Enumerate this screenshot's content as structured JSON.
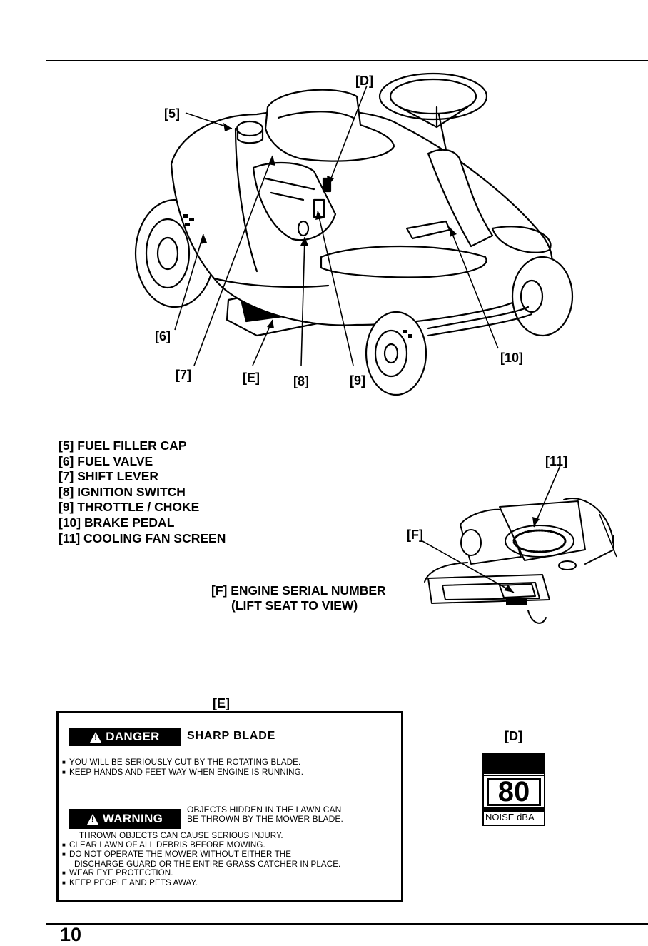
{
  "figure_callouts": {
    "c5": "[5]",
    "cD": "[D]",
    "c6": "[6]",
    "c7": "[7]",
    "cE": "[E]",
    "c8": "[8]",
    "c9": "[9]",
    "c10": "[10]",
    "c11": "[11]",
    "cF": "[F]",
    "cE2": "[E]",
    "cD2": "[D]"
  },
  "legend": [
    "[5] FUEL FILLER CAP",
    "[6] FUEL VALVE",
    "[7] SHIFT LEVER",
    "[8] IGNITION SWITCH",
    "[9] THROTTLE / CHOKE",
    "[10] BRAKE PEDAL",
    "[11] COOLING FAN SCREEN"
  ],
  "serial_note": {
    "line1": "[F] ENGINE SERIAL NUMBER",
    "line2": "(LIFT SEAT TO VIEW)"
  },
  "safety_label": {
    "danger_word": "DANGER",
    "danger_heading": "SHARP BLADE",
    "danger_items": [
      "YOU WILL BE SERIOUSLY CUT BY THE ROTATING BLADE.",
      "KEEP HANDS AND FEET WAY WHEN ENGINE IS RUNNING."
    ],
    "warning_word": "WARNING",
    "warning_heading_line1": "OBJECTS HIDDEN IN THE LAWN CAN",
    "warning_heading_line2": "BE THROWN BY THE MOWER BLADE.",
    "warning_intro": "THROWN OBJECTS CAN CAUSE SERIOUS INJURY.",
    "warning_items": [
      "CLEAR LAWN OF ALL DEBRIS BEFORE MOWING.",
      "DO NOT OPERATE THE MOWER WITHOUT EITHER THE",
      "WEAR EYE PROTECTION.",
      "KEEP PEOPLE AND PETS AWAY."
    ],
    "warning_item2_cont": "DISCHARGE GUARD OR THE ENTIRE GRASS CATCHER IN PLACE."
  },
  "noise_label": {
    "value": "80",
    "caption": "NOISE dBA"
  },
  "page_number": "10"
}
